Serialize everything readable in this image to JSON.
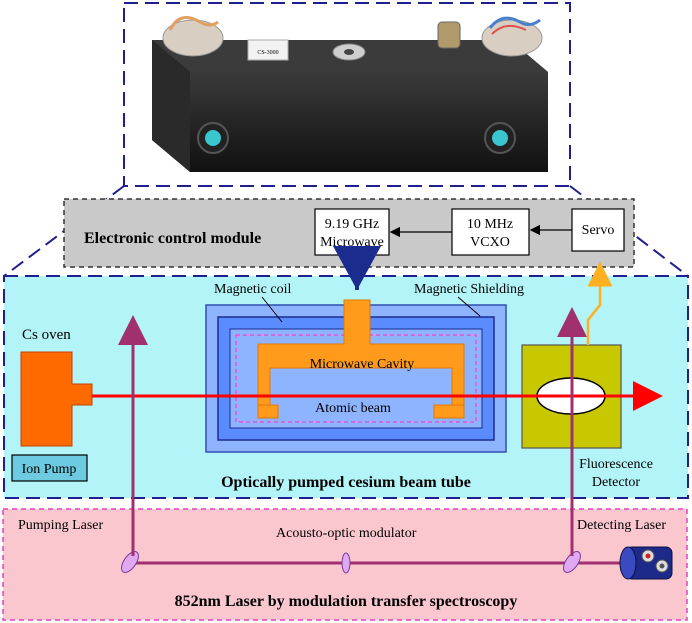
{
  "photo": {
    "tag_text": "CS-3000"
  },
  "control_module": {
    "title": "Electronic control module",
    "microwave_line1": "9.19 GHz",
    "microwave_line2": "Microwave",
    "vcxo_line1": "10 MHz",
    "vcxo_line2": "VCXO",
    "servo": "Servo"
  },
  "beam_tube": {
    "title": "Optically pumped cesium beam tube",
    "cs_oven": "Cs oven",
    "ion_pump": "Ion Pump",
    "magnetic_coil": "Magnetic coil",
    "magnetic_shielding": "Magnetic Shielding",
    "microwave_cavity": "Microwave Cavity",
    "atomic_beam": "Atomic beam",
    "detector_line1": "Fluorescence",
    "detector_line2": "Detector"
  },
  "laser_system": {
    "title": "852nm Laser by modulation transfer spectroscopy",
    "pumping_laser": "Pumping Laser",
    "aom": "Acousto-optic modulator",
    "detecting_laser": "Detecting Laser"
  },
  "colors": {
    "tube_bg": "#b3f4f8",
    "laser_bg": "#fbc7cf",
    "control_bg": "#c9c9c9",
    "dashed_border": "#1f1f8f",
    "oven": "#ff6a00",
    "cavity": "#ff9a1a",
    "shield_outer": "#8fb4ff",
    "shield_inner": "#5a8cff",
    "detector": "#c8c800",
    "beam": "#ff0000",
    "laser_path": "#a0306e",
    "servo_arrow": "#ffb020"
  }
}
